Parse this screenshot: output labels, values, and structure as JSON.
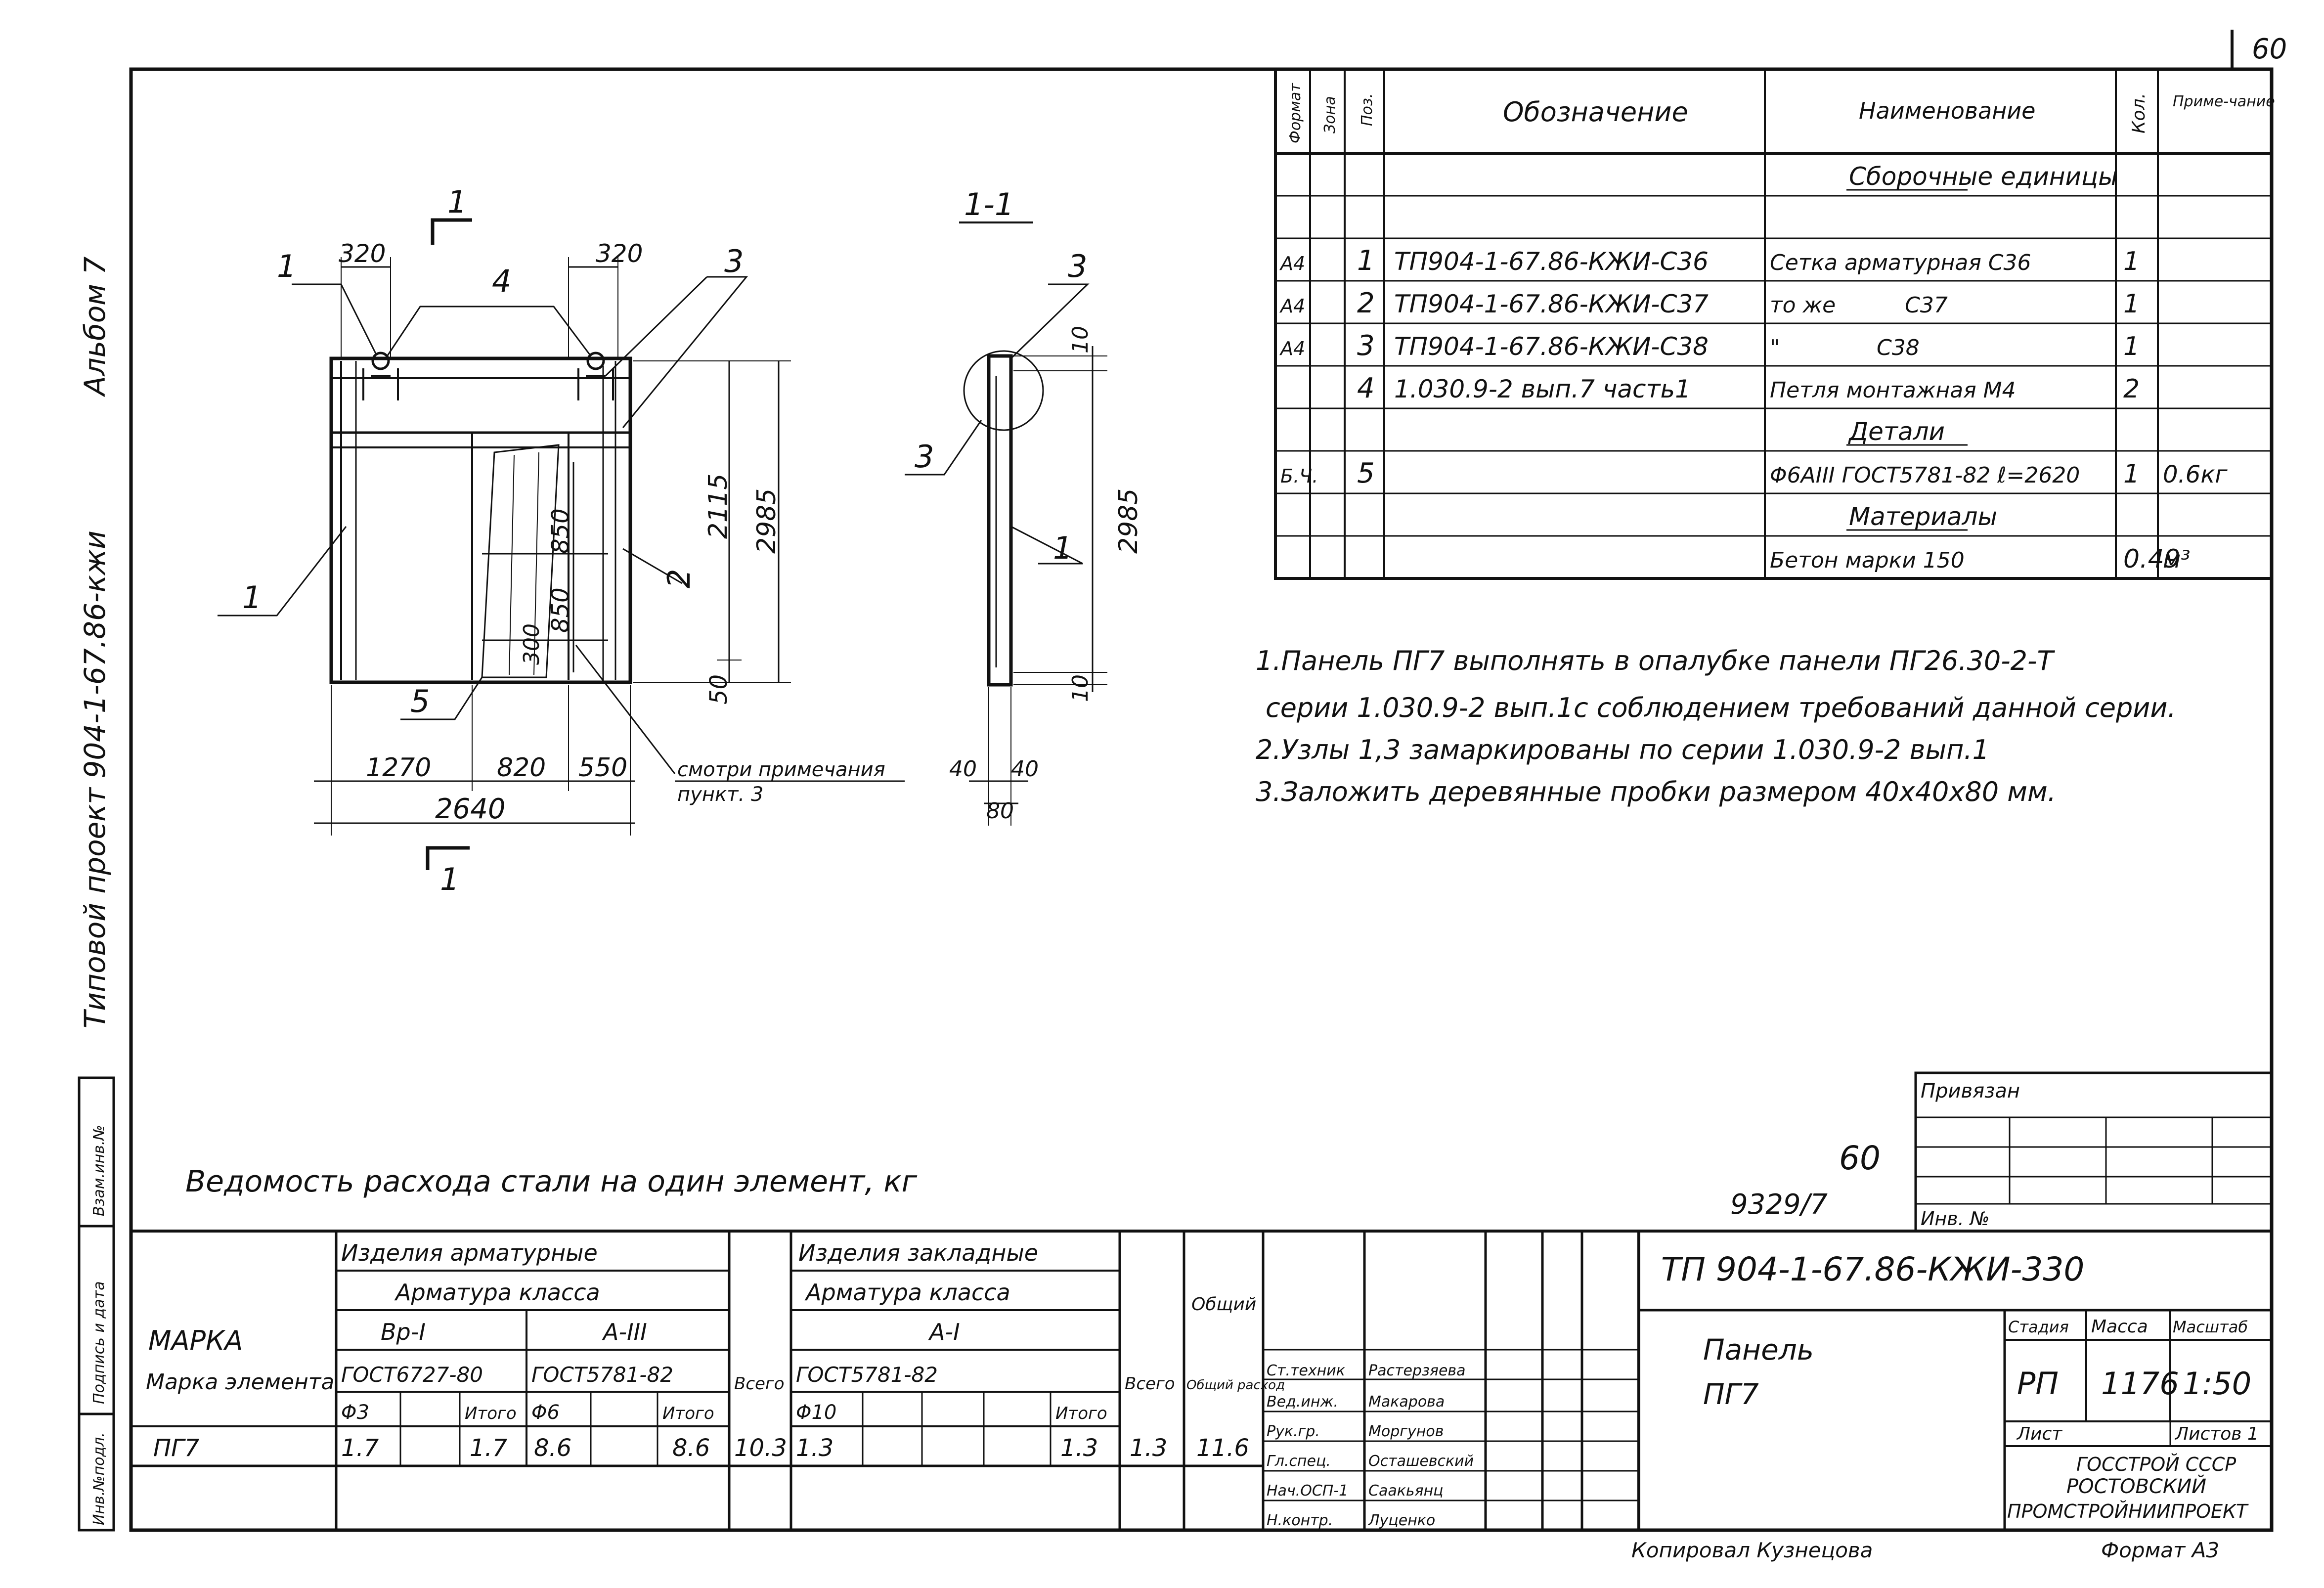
{
  "sheet_number": "60",
  "side_labels": {
    "album": "Альбом 7",
    "project": "Типовой проект 904-1-67.86-кжи"
  },
  "left_stamp": [
    "Инв.№подл.",
    "Подпись и дата",
    "Взам.инв.№"
  ],
  "front_view": {
    "section_mark": "1",
    "callouts": {
      "c1_top": "1",
      "c4": "4",
      "c3": "3",
      "c1_left": "1",
      "c2": "2",
      "c5": "5"
    },
    "dims": {
      "d320a": "320",
      "d320b": "320",
      "d2115": "2115",
      "d2985": "2985",
      "d850a": "850",
      "d850b": "850",
      "d300": "300",
      "d50": "50",
      "d1270": "1270",
      "d820": "820",
      "d550": "550",
      "d2640": "2640"
    },
    "note_ref": [
      "смотри примечания",
      "пункт. 3"
    ]
  },
  "section_view": {
    "title": "1-1",
    "callouts": {
      "c3a": "3",
      "c3b": "3",
      "c1": "1"
    },
    "dims": {
      "d10a": "10",
      "d10b": "10",
      "d2985": "2985",
      "d40a": "40",
      "d40b": "40",
      "d80": "80"
    }
  },
  "spec_table": {
    "headers": {
      "format": "Формат",
      "zone": "Зона",
      "pos": "Поз.",
      "designation": "Обозначение",
      "name": "Наименование",
      "qty": "Кол.",
      "note": "Приме-чание"
    },
    "rows": [
      {
        "format": "",
        "pos": "",
        "designation": "",
        "name": "Сборочные единицы",
        "qty": "",
        "note": "",
        "heading": true
      },
      {
        "format": "",
        "pos": "",
        "designation": "",
        "name": "",
        "qty": "",
        "note": ""
      },
      {
        "format": "А4",
        "pos": "1",
        "designation": "ТП904-1-67.86-КЖИ-С36",
        "name": "Сетка арматурная С36",
        "qty": "1",
        "note": ""
      },
      {
        "format": "А4",
        "pos": "2",
        "designation": "ТП904-1-67.86-КЖИ-С37",
        "name": "то же          С37",
        "qty": "1",
        "note": ""
      },
      {
        "format": "А4",
        "pos": "3",
        "designation": "ТП904-1-67.86-КЖИ-С38",
        "name": "\"              С38",
        "qty": "1",
        "note": ""
      },
      {
        "format": "",
        "pos": "4",
        "designation": "1.030.9-2 вып.7 часть1",
        "name": "Петля монтажная М4",
        "qty": "2",
        "note": ""
      },
      {
        "format": "",
        "pos": "",
        "designation": "",
        "name": "Детали",
        "qty": "",
        "note": "",
        "heading": true
      },
      {
        "format": "Б.Ч.",
        "pos": "5",
        "designation": "",
        "name": "Φ6AIII ГОСТ5781-82 ℓ=2620",
        "qty": "1",
        "note": "0.6кг"
      },
      {
        "format": "",
        "pos": "",
        "designation": "",
        "name": "Материалы",
        "qty": "",
        "note": "",
        "heading": true
      },
      {
        "format": "",
        "pos": "",
        "designation": "",
        "name": "Бетон марки 150",
        "qty": "0.49",
        "note": "м³"
      }
    ]
  },
  "notes": [
    "1.Панель ПГ7 выполнять в опалубке панели ПГ26.30-2-Т",
    "серии 1.030.9-2 вып.1с соблюдением требований данной серии.",
    "2.Узлы 1,3 замаркированы по серии 1.030.9-2 вып.1",
    "3.Заложить деревянные пробки размером 40х40х80 мм."
  ],
  "steel_title": "Ведомость расхода стали на один элемент, кг",
  "steel_table": {
    "mark_header": "Марка элемента",
    "rebar_products": "Изделия арматурные",
    "embedded_products": "Изделия закладные",
    "rebar_class": "Арматура класса",
    "emb_class": "Арматура класса",
    "cls_vp": "Вр-I",
    "cls_a3": "А-III",
    "cls_a1": "А-I",
    "gost_vp": "ГОСТ6727-80",
    "gost_a3": "ГОСТ5781-82",
    "gost_a1": "ГОСТ5781-82",
    "d3": "Φ3",
    "d6": "Φ6",
    "d10": "Φ10",
    "itogo": "Итого",
    "vsego": "Всего",
    "total_header": "Общий расход",
    "row": {
      "mark": "ПГ7",
      "d3": "1.7",
      "it1": "1.7",
      "d6": "8.6",
      "it2": "8.6",
      "vs1": "10.3",
      "d10": "1.3",
      "it3": "1.3",
      "vs2": "1.3",
      "total": "11.6"
    }
  },
  "handwritten": {
    "sixty": "60",
    "num": "9329/7"
  },
  "title_block": {
    "privyazan": "Привязан",
    "inv": "Инв. №",
    "code": "ТП 904-1-67.86-КЖИ-330",
    "name_line1": "Панель",
    "name_line2": "ПГ7",
    "stage_h": "Стадия",
    "mass_h": "Масса",
    "scale_h": "Масштаб",
    "stage": "РП",
    "mass": "1176",
    "scale": "1:50",
    "list_label": "Лист",
    "lists_label": "Листов 1",
    "org": [
      "ГОССТРОЙ СССР",
      "РОСТОВСКИЙ",
      "ПРОМСТРОЙНИИПРОЕКТ"
    ],
    "staff": [
      {
        "role": "Ст.техник",
        "name": "Растерзяева"
      },
      {
        "role": "Вед.инж.",
        "name": "Макарова"
      },
      {
        "role": "Рук.гр.",
        "name": "Моргунов"
      },
      {
        "role": "Гл.спец.",
        "name": "Осташевский"
      },
      {
        "role": "Нач.ОСП-1",
        "name": "Саакьянц"
      },
      {
        "role": "Н.контр.",
        "name": "Луценко"
      }
    ]
  },
  "footer": {
    "copied": "Копировал Кузнецова",
    "format": "Формат А3"
  }
}
